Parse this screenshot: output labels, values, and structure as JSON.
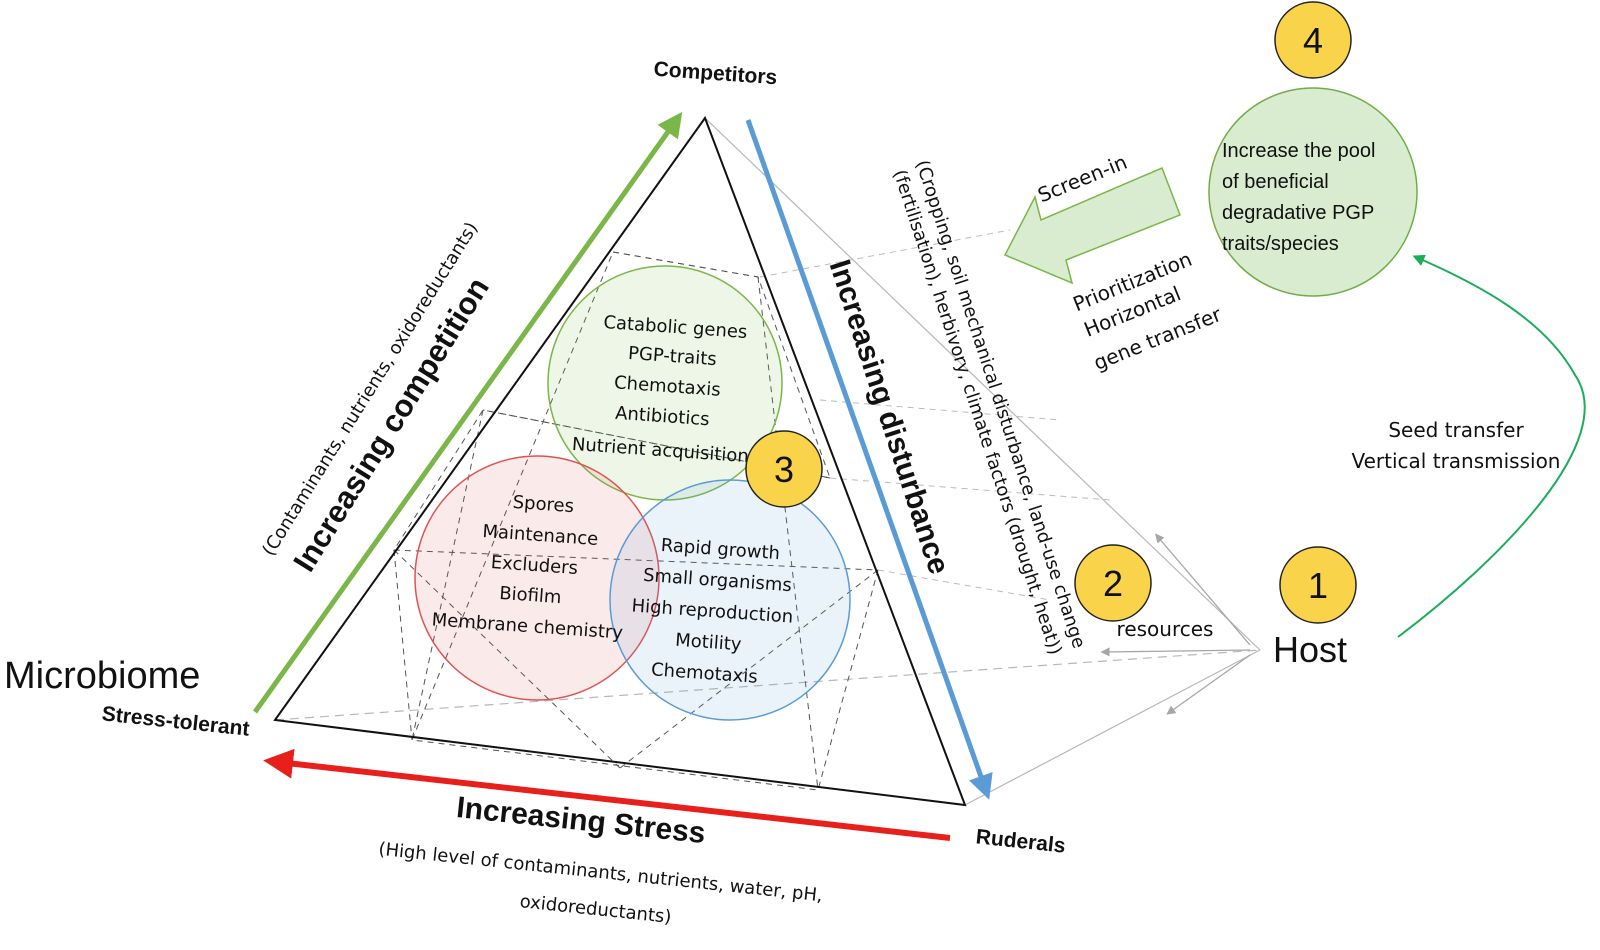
{
  "corner_labels": {
    "competitors": "Competitors",
    "stress_tolerant": "Stress-tolerant",
    "ruderals": "Ruderals"
  },
  "microbiome_label": "Microbiome",
  "host_label": "Host",
  "competition": {
    "title": "Increasing competition",
    "subtitle": "(Contaminants, nutrients, oxidoreductants)"
  },
  "disturbance": {
    "title": "Increasing disturbance",
    "subtitle_line1": "(Cropping, soil mechanical disturbance, land-use change",
    "subtitle_line2": "(fertilisation), herbivory, climate factors (drought, heat))"
  },
  "stress": {
    "title": "Increasing Stress",
    "subtitle_line1": "(High level of contaminants, nutrients, water, pH,",
    "subtitle_line2": "oxidoreductants)"
  },
  "green_circle_items": [
    "Catabolic genes",
    "PGP-traits",
    "Chemotaxis",
    "Antibiotics",
    "Nutrient acquisition"
  ],
  "red_circle_items": [
    "Spores",
    "Maintenance",
    "Excluders",
    "Biofilm",
    "Membrane chemistry"
  ],
  "blue_circle_items": [
    "Rapid growth",
    "Small organisms",
    "High reproduction",
    "Motility",
    "Chemotaxis"
  ],
  "badges": {
    "b1": "1",
    "b2": "2",
    "b3": "3",
    "b4": "4"
  },
  "resources_label": "resources",
  "pool_circle_lines": [
    "Increase the pool",
    "of beneficial",
    "degradative PGP",
    "traits/species"
  ],
  "screen_in_label": "Screen-in",
  "arrow_lines": [
    "Prioritization",
    "Horizontal",
    "gene transfer"
  ],
  "seed_lines": [
    "Seed transfer",
    "Vertical transmission"
  ],
  "colors": {
    "competition_arrow": "#7ab648",
    "disturbance_arrow": "#5b9bd5",
    "stress_arrow": "#e8201c",
    "green_circle": "#7ab648",
    "red_circle": "#e05252",
    "blue_circle": "#5b9bd5",
    "badge_fill": "#f9d34a",
    "pool_fill": "#d9ecd0",
    "pool_stroke": "#70ad47",
    "seed_arrow": "#1aae5a"
  }
}
